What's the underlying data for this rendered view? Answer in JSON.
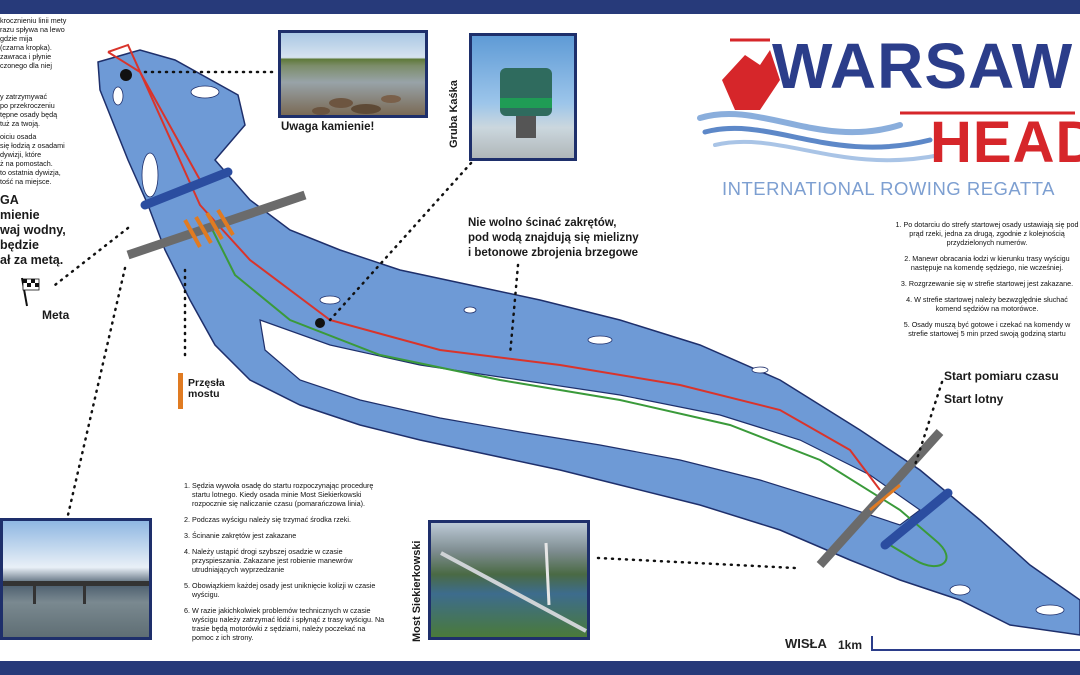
{
  "colors": {
    "band": "#273a7a",
    "river": "#6e9ad6",
    "river_outline": "#1e2f6b",
    "route_red": "#d9342b",
    "route_green": "#3a9a3a",
    "bridge_gray": "#6b6b6b",
    "bridge_overlap": "#e07b22",
    "logo_blue": "#2b3d8a",
    "logo_red": "#d6262a"
  },
  "left_notes": {
    "para1": [
      "krocznieniu linii mety",
      "razu spływa na lewo",
      "gdzie mija",
      "(czarna kropka).",
      "zawraca i płynie",
      "czonego dla niej"
    ],
    "para2": [
      "y zatrzymywać",
      "po przekroczeniu",
      "tępne osady będą",
      "tuż za twoją."
    ],
    "para3": [
      "oiciu osada",
      "się łodzią z osadami",
      "dywizji, które",
      "ż na pomostach.",
      "to ostatnia dywizja,",
      "tość na miejsce."
    ],
    "warning": [
      "GA",
      "mienie",
      "waj wodny,",
      "będzie",
      "ał za metą."
    ]
  },
  "labels": {
    "meta": "Meta",
    "uwaga_kamienie": "Uwaga kamienie!",
    "gruba_kaska": "Gruba Kaśka",
    "no_cut": [
      "Nie wolno ścinać zakrętów,",
      "pod wodą znajdują się mielizny",
      "i betonowe zbrojenia brzegowe"
    ],
    "przesla": [
      "Przęsła",
      "mostu"
    ],
    "start_pomiaru": "Start pomiaru czasu",
    "start_lotny": "Start lotny",
    "most_siekierkowski": "Most Siekierkowski",
    "wisla": "WISŁA",
    "scale": "1km"
  },
  "logo": {
    "word1": "WARSAW",
    "word2": "HEAD",
    "subtitle": "INTERNATIONAL ROWING REGATTA"
  },
  "right_rules": [
    "1.  Po dotarciu do strefy startowej osady ustawiają się pod prąd rzeki, jedna za drugą, zgodnie z kolejnością przydzielonych numerów.",
    "2.  Manewr obracania łodzi w kierunku trasy wyścigu następuje na komendę sędziego, nie wcześniej.",
    "3.  Rozgrzewanie się w strefie startowej jest zakazane.",
    "4.  W strefie startowej należy bezwzględnie słuchać komend sędziów na motorówce.",
    "5.  Osady muszą być gotowe i czekać na komendy w strefie startowej 5 min przed swoją godziną startu"
  ],
  "bottom_rules": [
    "Sędzia wywoła osadę do startu rozpoczynając procedurę startu lotnego. Kiedy osada minie Most Siekierkowski rozpocznie się naliczanie czasu (pomarańczowa linia).",
    "Podczas wyścigu należy się trzymać środka rzeki.",
    "Ścinanie zakrętów jest zakazane",
    "Należy ustąpić drogi szybszej osadzie w czasie przyspieszania. Zakazane jest robienie manewrów utrudniających wyprzedzanie",
    "Obowiązkiem każdej osady jest uniknięcie kolizji w czasie wyścigu.",
    "W razie jakichkolwiek problemów technicznych w czasie wyścigu należy zatrzymać łódź i spłynąć z trasy wyścigu. Na trasie będą motorówki z sędziami, należy poczekać na pomoc z ich strony."
  ]
}
